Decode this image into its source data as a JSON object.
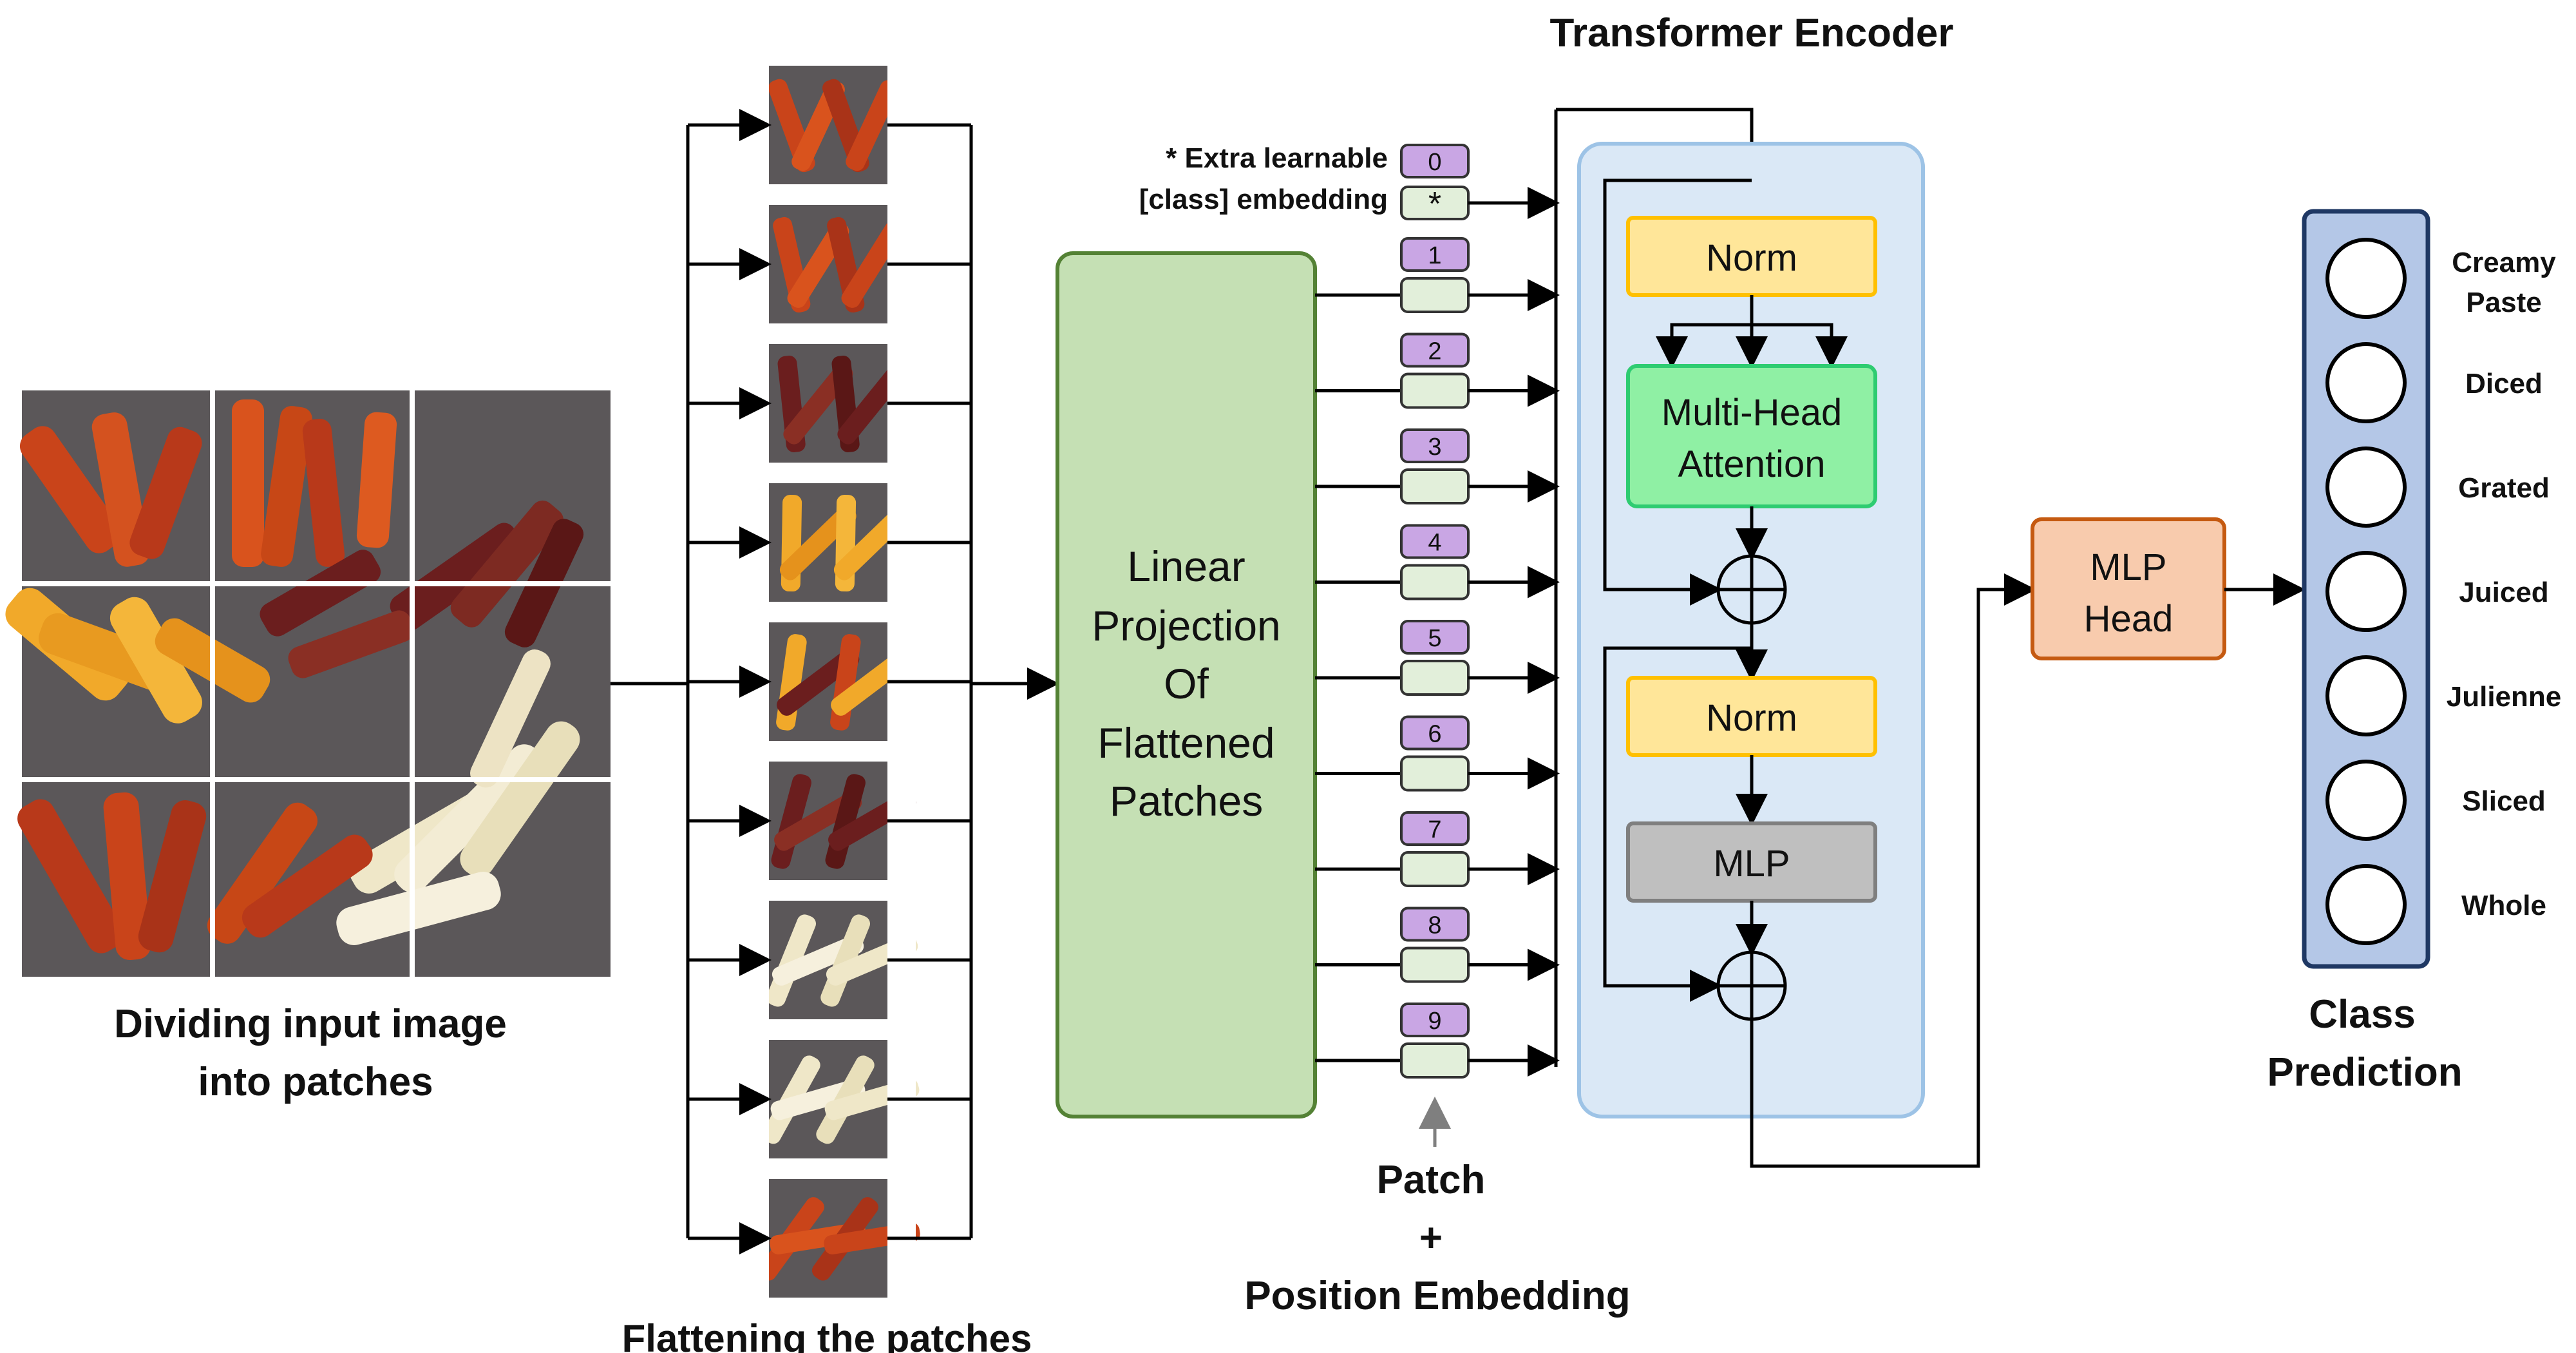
{
  "colors": {
    "line": "#000000",
    "projection_fill": "#c5e0b4",
    "projection_stroke": "#548235",
    "encoder_fill": "#dae8f6",
    "encoder_stroke": "#9dc3e6",
    "norm_fill": "#ffe699",
    "norm_stroke": "#ffc000",
    "attention_fill": "#8ff0a4",
    "attention_stroke": "#2ecc71",
    "mlp_fill": "#bfbfbf",
    "mlp_stroke": "#7f7f7f",
    "mlp_head_fill": "#f8cbad",
    "mlp_head_stroke": "#c55a11",
    "pos_fill": "#c9a6e4",
    "patch_emb_fill": "#e2efda",
    "output_fill": "#b4c7e7",
    "output_stroke": "#1f3864",
    "carrot_orange": "#c9441a",
    "carrot_yellow": "#f1a92a",
    "carrot_purple": "#6b1e1e",
    "parsnip": "#efe7c8",
    "tray": "#5b5759"
  },
  "input_image": {
    "caption_line1": "Dividing input image",
    "caption_line2": "into patches"
  },
  "patches": {
    "caption": "Flattening the patches",
    "items": [
      {
        "id": 1,
        "kind": "orange"
      },
      {
        "id": 2,
        "kind": "orange"
      },
      {
        "id": 3,
        "kind": "purple"
      },
      {
        "id": 4,
        "kind": "yellow"
      },
      {
        "id": 5,
        "kind": "mixed"
      },
      {
        "id": 6,
        "kind": "purple"
      },
      {
        "id": 7,
        "kind": "parsnip"
      },
      {
        "id": 8,
        "kind": "parsnip"
      },
      {
        "id": 9,
        "kind": "orange"
      }
    ]
  },
  "projection": {
    "lines": [
      "Linear",
      "Projection",
      "Of",
      "Flattened",
      "Patches"
    ]
  },
  "embedding": {
    "extra_note_line1": "* Extra learnable",
    "extra_note_line2": "[class] embedding",
    "class_token_position": "0",
    "class_token_symbol": "*",
    "positions": [
      "1",
      "2",
      "3",
      "4",
      "5",
      "6",
      "7",
      "8",
      "9"
    ],
    "caption_line1": "Patch",
    "caption_line2": "+",
    "caption_line3": "Position Embedding"
  },
  "encoder": {
    "title": "Transformer Encoder",
    "norm1": "Norm",
    "attention_line1": "Multi-Head",
    "attention_line2": "Attention",
    "norm2": "Norm",
    "mlp": "MLP"
  },
  "head": {
    "line1": "MLP",
    "line2": "Head"
  },
  "prediction": {
    "title_line1": "Class",
    "title_line2": "Prediction",
    "classes": [
      {
        "line1": "Creamy",
        "line2": "Paste"
      },
      {
        "line1": "Diced",
        "line2": ""
      },
      {
        "line1": "Grated",
        "line2": ""
      },
      {
        "line1": "Juiced",
        "line2": ""
      },
      {
        "line1": "Julienne",
        "line2": ""
      },
      {
        "line1": "Sliced",
        "line2": ""
      },
      {
        "line1": "Whole",
        "line2": ""
      }
    ]
  }
}
